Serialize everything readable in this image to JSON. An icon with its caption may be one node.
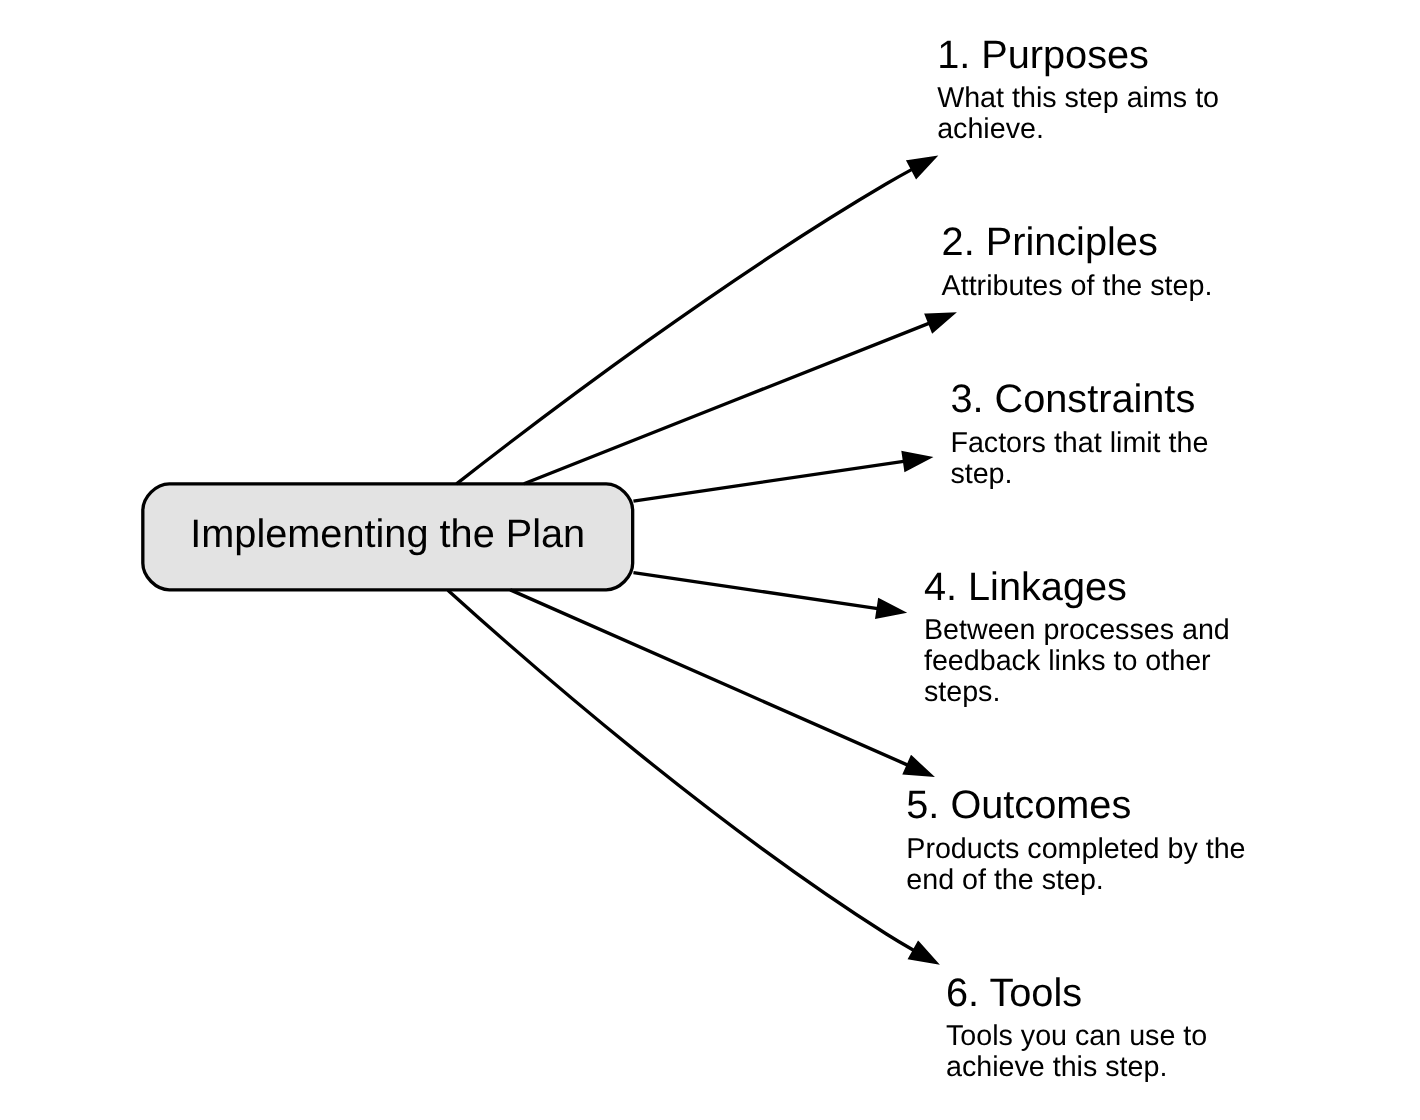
{
  "diagram": {
    "nodes": [
      {
        "text": [
          "Implementing the Plan"
        ]
      },
      {
        "text": [
          "1. Purposes",
          "What this step aims to achieve."
        ]
      },
      {
        "text": [
          "2. Principles",
          "Attributes of the step."
        ]
      },
      {
        "text": [
          "3. Constraints",
          "Factors that limit the step."
        ]
      },
      {
        "text": [
          "4. Linkages",
          "Between processes and feedback links to other steps."
        ]
      },
      {
        "text": [
          "5. Outcomes",
          "Products completed by the end of the step."
        ]
      },
      {
        "text": [
          "6. Tools",
          "Tools you can use to achieve this step."
        ]
      }
    ],
    "edges": [
      {
        "from": 0,
        "to": 1,
        "arrow": "to"
      },
      {
        "from": 0,
        "to": 2,
        "arrow": "to"
      },
      {
        "from": 0,
        "to": 3,
        "arrow": "to"
      },
      {
        "from": 0,
        "to": 4,
        "arrow": "to"
      },
      {
        "from": 0,
        "to": 5,
        "arrow": "to"
      },
      {
        "from": 0,
        "to": 6,
        "arrow": "to"
      }
    ]
  }
}
